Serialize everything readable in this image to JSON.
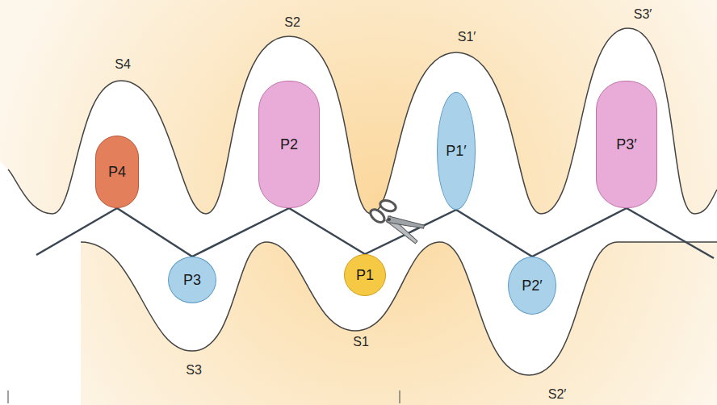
{
  "diagram": {
    "nodes": [
      {
        "text": [
          "P4"
        ]
      },
      {
        "text": [
          "P3"
        ]
      },
      {
        "text": [
          "P2"
        ]
      },
      {
        "text": [
          "P1"
        ]
      },
      {
        "text": [
          "P1′"
        ]
      },
      {
        "text": [
          "P2′"
        ]
      },
      {
        "text": [
          "P3′"
        ]
      }
    ],
    "edges": [
      {
        "from": 0,
        "to": 1,
        "arrow": "none"
      },
      {
        "from": 1,
        "to": 2,
        "arrow": "none"
      },
      {
        "from": 2,
        "to": 3,
        "arrow": "none"
      },
      {
        "from": 3,
        "to": 4,
        "arrow": "none"
      },
      {
        "from": 4,
        "to": 5,
        "arrow": "none"
      },
      {
        "from": 5,
        "to": 6,
        "arrow": "none"
      }
    ],
    "labels": [
      "S4",
      "S2",
      "S1′",
      "S3′",
      "S3",
      "S1",
      "S2′"
    ]
  }
}
